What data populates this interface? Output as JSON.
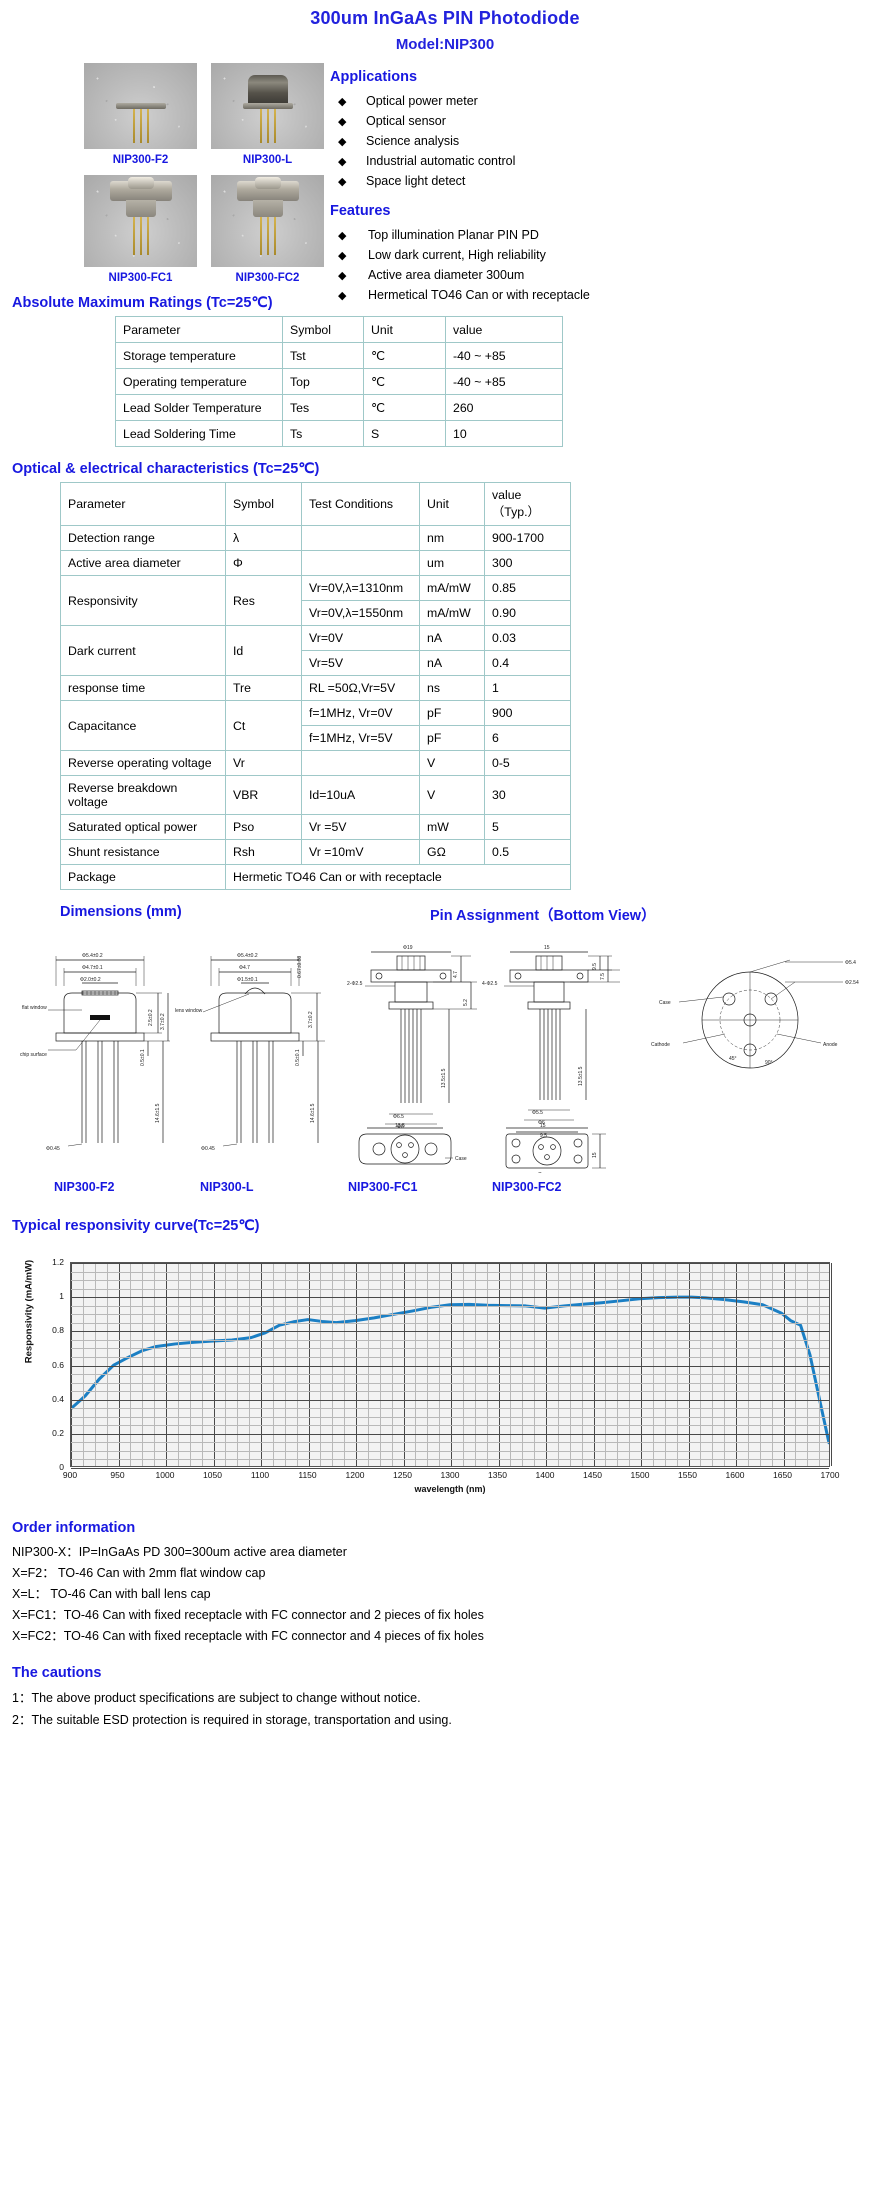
{
  "title": "300um InGaAs PIN Photodiode",
  "subtitle": "Model:NIP300",
  "photos": [
    {
      "label": "NIP300-F2",
      "kind": "can"
    },
    {
      "label": "NIP300-L",
      "kind": "can-dark"
    },
    {
      "label": "NIP300-FC1",
      "kind": "receptacle"
    },
    {
      "label": "NIP300-FC2",
      "kind": "receptacle"
    }
  ],
  "applications": {
    "heading": "Applications",
    "items": [
      "Optical power meter",
      "Optical sensor",
      "Science analysis",
      "Industrial automatic control",
      "Space light detect"
    ]
  },
  "features": {
    "heading": "Features",
    "items": [
      "Top illumination Planar PIN PD",
      "Low dark current, High reliability",
      "Active area diameter 300um",
      "Hermetical TO46 Can or with receptacle"
    ]
  },
  "absolute_maximum_ratings": {
    "heading": "Absolute Maximum Ratings (Tc=25℃)",
    "columns": [
      "Parameter",
      "Symbol",
      "Unit",
      "value"
    ],
    "rows": [
      [
        "Storage temperature",
        "Tst",
        "℃",
        "-40 ~ +85"
      ],
      [
        "Operating temperature",
        "Top",
        "℃",
        "-40 ~ +85"
      ],
      [
        "Lead Solder Temperature",
        "Tes",
        "℃",
        "260"
      ],
      [
        "Lead Soldering Time",
        "Ts",
        "S",
        "10"
      ]
    ]
  },
  "optical_electrical": {
    "heading": "Optical & electrical characteristics (Tc=25℃)",
    "columns": [
      "Parameter",
      "Symbol",
      "Test Conditions",
      "Unit",
      "value（Typ.）"
    ],
    "rows": [
      {
        "parameter": "Detection range",
        "symbol": "λ",
        "conditions": [
          ""
        ],
        "units": [
          "nm"
        ],
        "values": [
          "900-1700"
        ]
      },
      {
        "parameter": "Active area diameter",
        "symbol": "Φ",
        "conditions": [
          ""
        ],
        "units": [
          "um"
        ],
        "values": [
          "300"
        ]
      },
      {
        "parameter": "Responsivity",
        "symbol": "Res",
        "conditions": [
          "Vr=0V,λ=1310nm",
          "Vr=0V,λ=1550nm"
        ],
        "units": [
          "mA/mW",
          "mA/mW"
        ],
        "values": [
          "0.85",
          "0.90"
        ]
      },
      {
        "parameter": "Dark current",
        "symbol": "Id",
        "conditions": [
          "Vr=0V",
          "Vr=5V"
        ],
        "units": [
          "nA",
          "nA"
        ],
        "values": [
          "0.03",
          "0.4"
        ]
      },
      {
        "parameter": "response time",
        "symbol": "Tre",
        "conditions": [
          "RL =50Ω,Vr=5V"
        ],
        "units": [
          "ns"
        ],
        "values": [
          "1"
        ]
      },
      {
        "parameter": "Capacitance",
        "symbol": "Ct",
        "conditions": [
          "f=1MHz, Vr=0V",
          "f=1MHz, Vr=5V"
        ],
        "units": [
          "pF",
          "pF"
        ],
        "values": [
          "900",
          "6"
        ]
      },
      {
        "parameter": "Reverse operating voltage",
        "symbol": "Vr",
        "conditions": [
          ""
        ],
        "units": [
          "V"
        ],
        "values": [
          "0-5"
        ]
      },
      {
        "parameter": "Reverse breakdown voltage",
        "symbol": "VBR",
        "conditions": [
          "Id=10uA"
        ],
        "units": [
          "V"
        ],
        "values": [
          "30"
        ]
      },
      {
        "parameter": "Saturated optical power",
        "symbol": "Pso",
        "conditions": [
          "Vr =5V"
        ],
        "units": [
          "mW"
        ],
        "values": [
          "5"
        ]
      },
      {
        "parameter": "Shunt resistance",
        "symbol": "Rsh",
        "conditions": [
          "Vr =10mV"
        ],
        "units": [
          "GΩ"
        ],
        "values": [
          "0.5"
        ]
      },
      {
        "parameter": "Package",
        "symbol": "",
        "conditions": [
          "Hermetic TO46 Can or with receptacle"
        ],
        "units": [],
        "values": []
      }
    ]
  },
  "dimensions": {
    "heading": "Dimensions (mm)",
    "pin_heading": "Pin Assignment（Bottom View）",
    "labels": [
      "NIP300-F2",
      "NIP300-L",
      "NIP300-FC1",
      "NIP300-FC2"
    ],
    "f2_callouts": [
      "Φ5.4±0.2",
      "Φ4.7±0.1",
      "Φ2.0±0.2",
      "flat window",
      "chip surface",
      "2.5±0.2",
      "3.7±0.2",
      "0.5±0.1",
      "14.6±1.5",
      "Φ0.45"
    ],
    "l_callouts": [
      "Φ5.4±0.2",
      "Φ4.7",
      "Φ1.5±0.1",
      "lens window",
      "0.67±0.08",
      "3.7±0.2",
      "0.5±0.1",
      "14.6±1.5",
      "Φ0.45"
    ],
    "fc1_callouts": [
      "Φ19",
      "2-Φ2.5",
      "Φ6.5",
      "Φ8",
      "13.5±1.5",
      "4.7",
      "5.2",
      "13.5",
      "Case"
    ],
    "fc2_callouts": [
      "15",
      "9.5",
      "7.5",
      "4-Φ2.5",
      "Φ5.5",
      "Φ6",
      "13.5±1.5",
      "15",
      "9.5",
      "Case"
    ],
    "pin_callouts": [
      "Φ5.4",
      "Φ2.54",
      "Case",
      "Cathode",
      "Anode",
      "45°",
      "90°"
    ]
  },
  "chart_data": {
    "type": "line",
    "title": "Typical responsivity curve(Tc=25℃)",
    "xlabel": "wavelength (nm)",
    "ylabel": "Responsivity (mA/mW)",
    "xlim": [
      900,
      1700
    ],
    "ylim": [
      0,
      1.2
    ],
    "xticks": [
      900,
      950,
      1000,
      1050,
      1100,
      1150,
      1200,
      1250,
      1300,
      1350,
      1400,
      1450,
      1500,
      1550,
      1600,
      1650,
      1700
    ],
    "yticks": [
      0,
      0.2,
      0.4,
      0.6,
      0.8,
      1,
      1.2
    ],
    "grid": true,
    "legend": "none",
    "series": [
      {
        "name": "Responsivity",
        "color": "#1b7fc4",
        "x": [
          900,
          915,
          930,
          945,
          960,
          975,
          990,
          1010,
          1030,
          1050,
          1070,
          1090,
          1105,
          1120,
          1135,
          1150,
          1165,
          1180,
          1200,
          1220,
          1240,
          1260,
          1280,
          1300,
          1320,
          1340,
          1360,
          1380,
          1400,
          1420,
          1440,
          1460,
          1480,
          1500,
          1520,
          1540,
          1555,
          1570,
          1590,
          1610,
          1630,
          1650,
          1660,
          1670,
          1680,
          1690,
          1700
        ],
        "y": [
          0.345,
          0.42,
          0.52,
          0.6,
          0.645,
          0.685,
          0.71,
          0.725,
          0.735,
          0.742,
          0.748,
          0.762,
          0.79,
          0.835,
          0.855,
          0.868,
          0.857,
          0.85,
          0.862,
          0.878,
          0.898,
          0.918,
          0.94,
          0.955,
          0.957,
          0.952,
          0.95,
          0.948,
          0.935,
          0.948,
          0.958,
          0.967,
          0.978,
          0.99,
          0.997,
          1.0,
          1.0,
          0.995,
          0.985,
          0.972,
          0.955,
          0.905,
          0.86,
          0.835,
          0.66,
          0.4,
          0.145
        ]
      }
    ]
  },
  "order_information": {
    "heading": "Order information",
    "lines": [
      "NIP300-X：IP=InGaAs PD    300=300um active area diameter",
      "X=F2：   TO-46 Can with 2mm flat window cap",
      "X=L：    TO-46 Can with ball lens cap",
      "X=FC1：TO-46 Can with fixed receptacle with FC connector and 2 pieces of fix holes",
      "X=FC2：TO-46 Can with fixed receptacle with FC connector and 4 pieces of fix holes"
    ]
  },
  "cautions": {
    "heading": "The cautions",
    "lines": [
      "1：The above product specifications are subject to change without notice.",
      "2：The suitable ESD protection is required in storage, transportation and using."
    ]
  },
  "colors": {
    "heading_blue": "#1818e0",
    "curve_blue": "#1b7fc4",
    "table_border": "#9fc8c8"
  }
}
